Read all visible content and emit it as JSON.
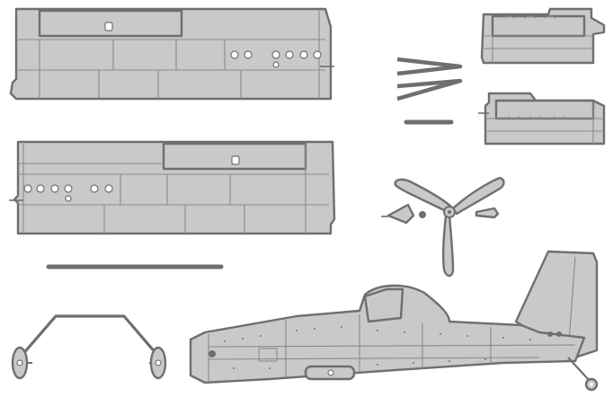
{
  "figure": {
    "parts": [
      "right-wing",
      "left-wing",
      "tailplane-upper",
      "tailplane-lower",
      "wire-struts",
      "propeller",
      "spinner",
      "wing-spar-rod",
      "landing-gear",
      "fuselage"
    ],
    "colors": {
      "part_fill": "#c9c9c9",
      "outline": "#6f6f6f",
      "panel_line": "#8a8a8a",
      "background": "#ffffff"
    }
  }
}
